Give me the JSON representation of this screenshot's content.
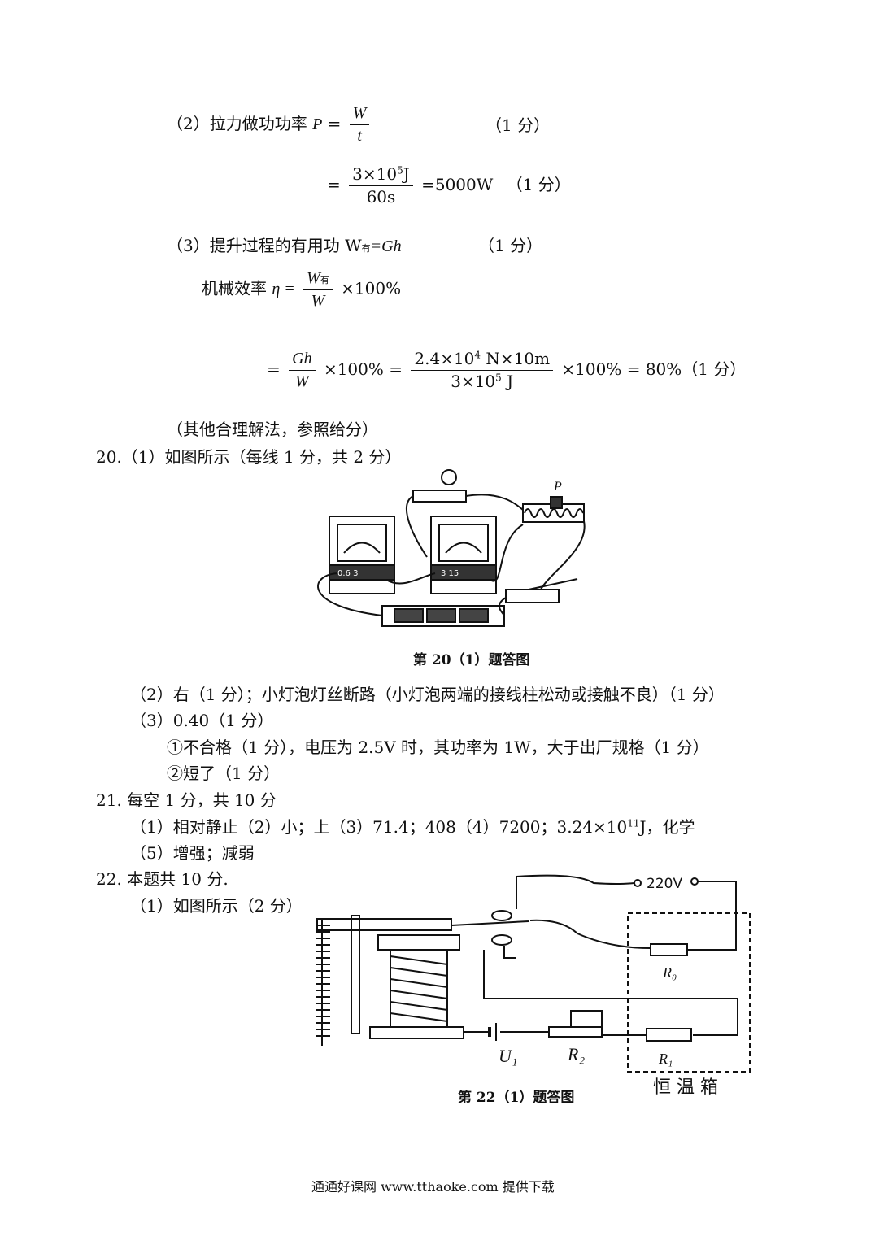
{
  "sol19": {
    "p2_label": "（2）拉力做功功率",
    "p2_P": "P",
    "p2_eq": "=",
    "p2_num": "W",
    "p2_den": "t",
    "p2_score": "（1 分）",
    "p2b_num_a": "3×10",
    "p2b_num_exp": "5",
    "p2b_num_b": "J",
    "p2b_den": "60s",
    "p2b_result": "=5000W",
    "p2b_score": "（1 分）",
    "p3_label": "（3）提升过程的有用功 W",
    "p3_sub": "有",
    "p3_rest": "=Gh",
    "p3_score": "（1 分）",
    "eff_label": "机械效率",
    "eff_eta": "η =",
    "eff_num_w": "W",
    "eff_num_sub": "有",
    "eff_den": "W",
    "eff_tail": "×100%",
    "final_num1": "Gh",
    "final_den1": "W",
    "final_mid": "×100% =",
    "final_num2_a": "2.4×10",
    "final_num2_exp": "4",
    "final_num2_b": " N×10m",
    "final_den2_a": "3×10",
    "final_den2_exp": "5",
    "final_den2_b": " J",
    "final_tail": "×100% = 80%（1 分）",
    "note": "（其他合理解法，参照给分）"
  },
  "q20": {
    "line1": "20.（1）如图所示（每线 1 分，共 2 分）",
    "figure_label_p": "P",
    "caption": "第 20（1）题答图",
    "line2": "（2）右（1 分）；小灯泡灯丝断路（小灯泡两端的接线柱松动或接触不良）（1 分）",
    "line3": "（3）0.40（1 分）",
    "line4": "①不合格（1 分），电压为 2.5V 时，其功率为 1W，大于出厂规格（1 分）",
    "line5": "②短了（1 分）",
    "ammeter_label": "0.6 3",
    "voltmeter_label": "3 15"
  },
  "q21": {
    "line1": "21. 每空 1 分，共 10 分",
    "line2_a": "（1）相对静止（2）小；上（3）71.4；408（4）7200；3.24×10",
    "line2_exp": "11",
    "line2_b": "J，化学",
    "line3": "（5）增强；减弱"
  },
  "q22": {
    "line1": "22. 本题共 10 分.",
    "line2": "（1）如图所示（2 分）",
    "label_220v": "220V",
    "label_r0": "R₀",
    "label_r1": "R₁",
    "label_r2": "R₂",
    "label_u1": "U₁",
    "label_box": "恒 温 箱",
    "caption": "第 22（1）题答图"
  },
  "footer": "通通好课网 www.tthaoke.com 提供下载"
}
